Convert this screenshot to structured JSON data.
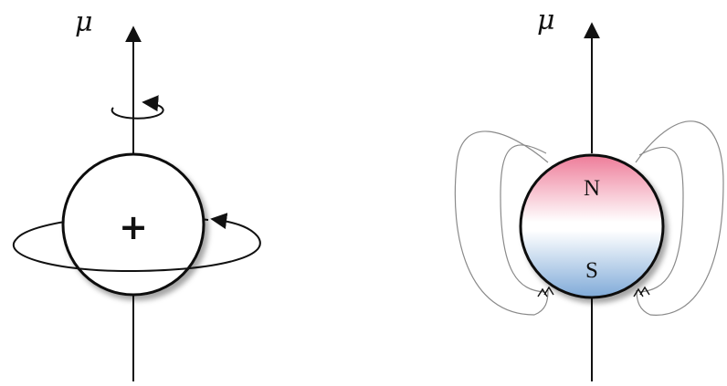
{
  "left_panel": {
    "axis_label": "μ",
    "charge_symbol": "+"
  },
  "right_panel": {
    "axis_label": "μ",
    "north_label": "N",
    "south_label": "S",
    "colors": {
      "north": "#ee7c99",
      "south": "#7faad8"
    }
  }
}
